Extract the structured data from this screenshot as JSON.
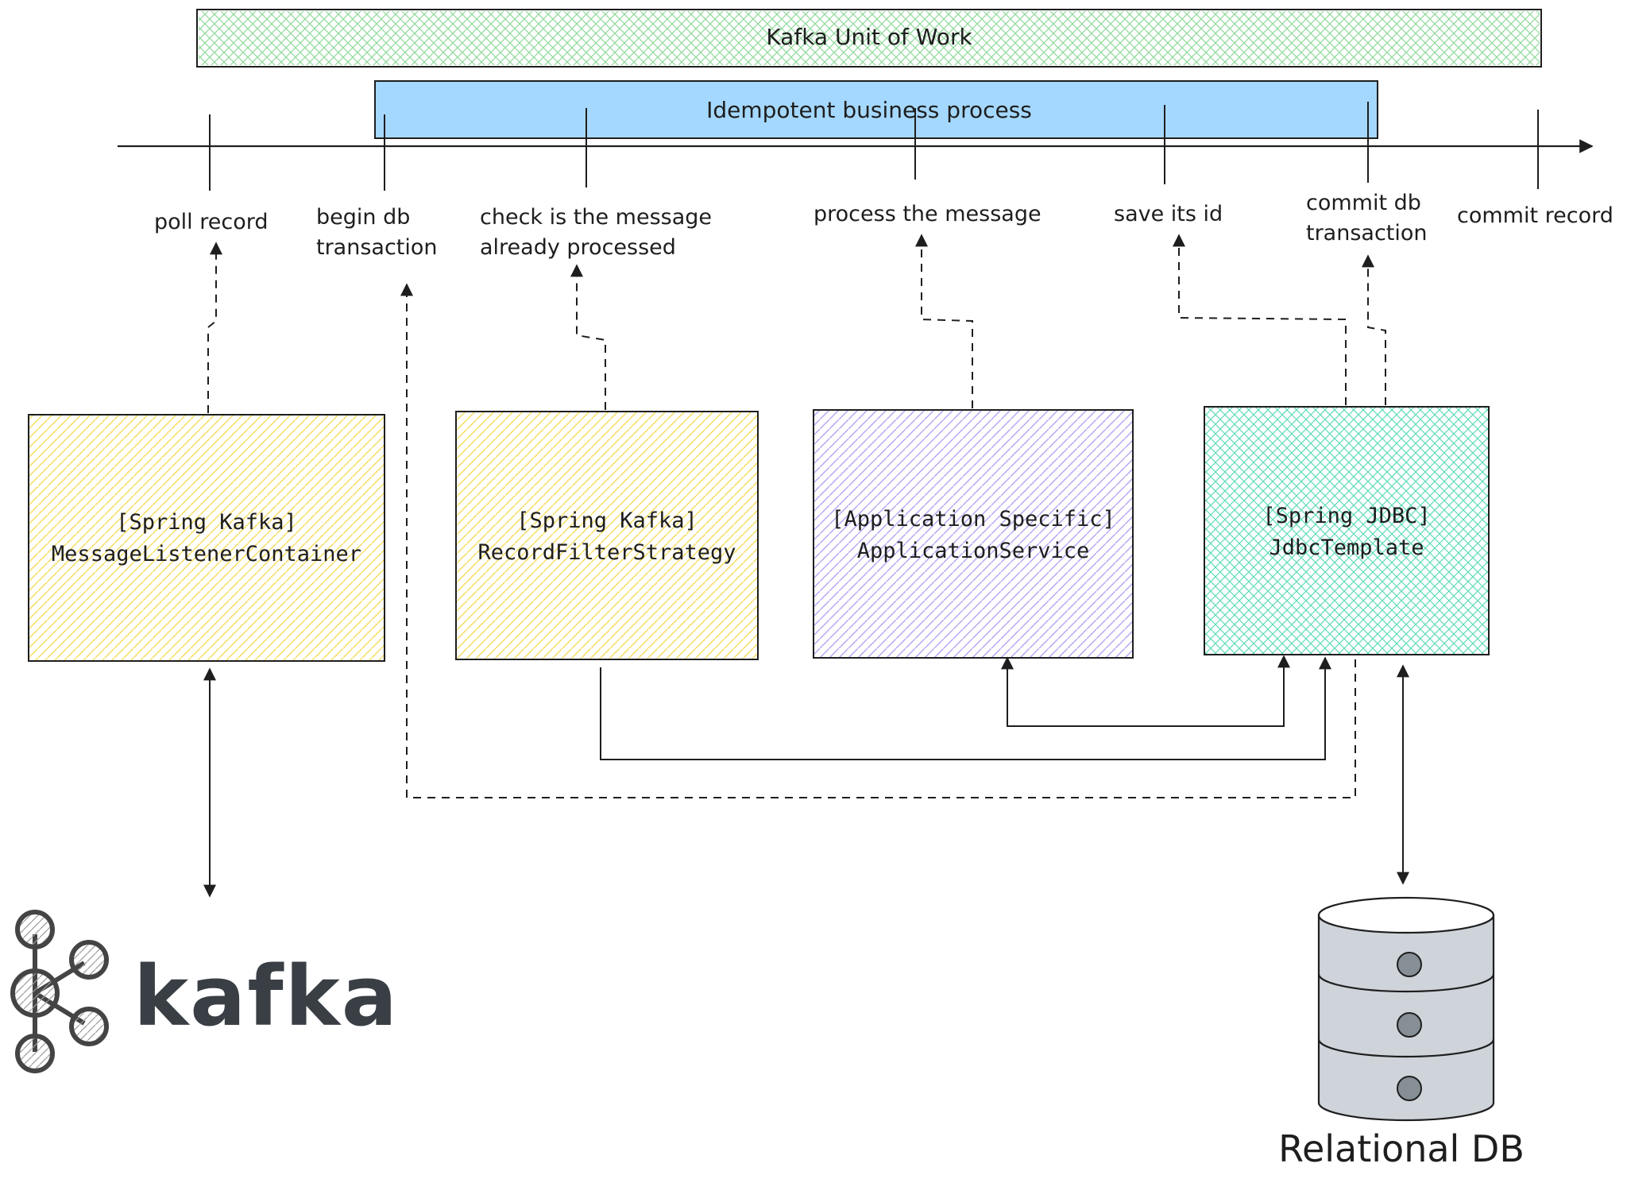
{
  "bands": {
    "unit_of_work": "Kafka Unit of Work",
    "idempotent": "Idempotent business process"
  },
  "timeline": {
    "steps": [
      {
        "line1": "poll record",
        "line2": ""
      },
      {
        "line1": "begin db",
        "line2": "transaction"
      },
      {
        "line1": "check is the message",
        "line2": "already processed"
      },
      {
        "line1": "process the message",
        "line2": ""
      },
      {
        "line1": "save its id",
        "line2": ""
      },
      {
        "line1": "commit db",
        "line2": "transaction"
      },
      {
        "line1": "commit record",
        "line2": ""
      }
    ]
  },
  "components": {
    "listener": {
      "line1": "[Spring Kafka]",
      "line2": "MessageListenerContainer"
    },
    "filter": {
      "line1": "[Spring Kafka]",
      "line2": "RecordFilterStrategy"
    },
    "service": {
      "line1": "[Application Specific]",
      "line2": "ApplicationService"
    },
    "jdbc": {
      "line1": "[Spring JDBC]",
      "line2": "JdbcTemplate"
    }
  },
  "kafka_logo": {
    "wordmark": "kafka"
  },
  "database": {
    "label": "Relational DB"
  },
  "colors": {
    "green": "#b2f2bb",
    "blue": "#a5d8ff",
    "yellow": "#ffec99",
    "violet": "#d0bfff",
    "teal": "#96f2d7",
    "db_gray": "#ced4da"
  }
}
